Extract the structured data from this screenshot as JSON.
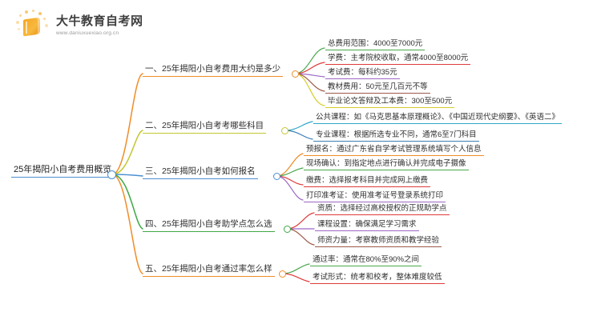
{
  "logo": {
    "brand_name": "大牛教育自考网",
    "url": "www.daniuxuexiao.org.cn",
    "icon": "book-icon"
  },
  "mindmap": {
    "root": {
      "label": "25年揭阳小自考费用概览",
      "color": "#4a8fd1"
    },
    "branches": [
      {
        "label": "一、25年揭阳小自考费用大约是多少",
        "color": "#f08c28",
        "children": [
          {
            "label": "总费用范围：4000至7000元",
            "color": "#4aa84e"
          },
          {
            "label": "学费：主考院校收取，通常4000至8000元",
            "color": "#e03a3a"
          },
          {
            "label": "考试费：每科约35元",
            "color": "#9b68c6"
          },
          {
            "label": "教材费用：50元至几百元不等",
            "color": "#9c5a4a"
          },
          {
            "label": "毕业论文答辩及工本费：300至500元",
            "color": "#d6cc2a"
          }
        ]
      },
      {
        "label": "二、25年揭阳小自考考哪些科目",
        "color": "#c3c62e",
        "children": [
          {
            "label": "公共课程：如《马克思基本原理概论》、《中国近现代史纲要》、《英语二》",
            "color": "#2fa8c7"
          },
          {
            "label": "专业课程：根据所选专业不同，通常6至7门科目",
            "color": "#3b7fb5"
          }
        ]
      },
      {
        "label": "三、25年揭阳小自考如何报名",
        "color": "#4a8fd1",
        "children": [
          {
            "label": "预报名：通过广东省自学考试管理系统填写个人信息",
            "color": "#f08c28"
          },
          {
            "label": "现场确认：到指定地点进行确认并完成电子摄像",
            "color": "#4aa84e"
          },
          {
            "label": "缴费：选择报考科目并完成网上缴费",
            "color": "#e03a3a"
          },
          {
            "label": "打印准考证：使用准考证号登录系统打印",
            "color": "#9b68c6"
          }
        ]
      },
      {
        "label": "四、25年揭阳小自考助学点怎么选",
        "color": "#3fa845",
        "children": [
          {
            "label": "资质：选择经过高校授权的正规助学点",
            "color": "#e03a3a"
          },
          {
            "label": "课程设置：确保满足学习需求",
            "color": "#9b68c6"
          },
          {
            "label": "师资力量：考察教师资质和教学经验",
            "color": "#9c5a4a"
          }
        ]
      },
      {
        "label": "五、25年揭阳小自考通过率怎么样",
        "color": "#f08c28",
        "children": [
          {
            "label": "通过率：通常在80%至90%之间",
            "color": "#4aa84e"
          },
          {
            "label": "考试形式：统考和校考，整体难度较低",
            "color": "#e03a3a"
          }
        ]
      }
    ]
  }
}
